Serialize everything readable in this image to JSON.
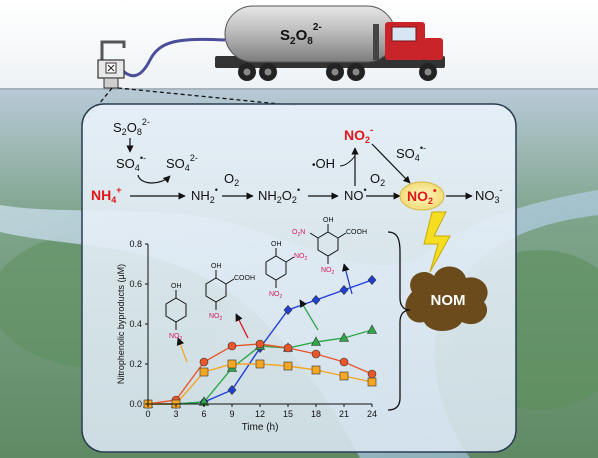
{
  "truck": {
    "tank_label": "S",
    "tank_sub": "2",
    "tank_o": "O",
    "tank_o_sub": "8",
    "tank_sup": "2-"
  },
  "scheme": {
    "persulfate": "S",
    "persulfate_sub": "2",
    "persulfate_o": "O",
    "persulfate_o_sub": "8",
    "persulfate_sup": "2-",
    "sulfate_radical": "SO",
    "sulfate_radical_sub": "4",
    "sulfate_radical_sup": "•-",
    "sulfate_ion": "SO",
    "sulfate_ion_sub": "4",
    "sulfate_ion_sup": "2-",
    "ammonium": "NH",
    "ammonium_sub": "4",
    "ammonium_sup": "+",
    "amidogen": "NH",
    "amidogen_sub": "2",
    "amidogen_sup": "•",
    "oxygen_1": "O",
    "oxygen_1_sub": "2",
    "peroxy": "NH",
    "peroxy_sub": "2",
    "peroxy_o": "O",
    "peroxy_o_sub": "2",
    "peroxy_sup": "•",
    "hydroxyl_dot": "•",
    "hydroxyl": "OH",
    "nitric_oxide": "NO",
    "nitric_oxide_sup": "•",
    "nitrite": "NO",
    "nitrite_sub": "2",
    "nitrite_sup": "-",
    "sulfate_radical_2": "SO",
    "sulfate_radical_2_sub": "4",
    "sulfate_radical_2_sup": "•-",
    "oxygen_2": "O",
    "oxygen_2_sub": "2",
    "nitrogen_dioxide": "NO",
    "nitrogen_dioxide_sub": "2",
    "nitrogen_dioxide_sup": "•",
    "nitrate": "NO",
    "nitrate_sub": "3",
    "nitrate_sup": "-",
    "nom": "NOM"
  },
  "molecules": {
    "oh": "OH",
    "no2": "NO",
    "no2_sub": "2",
    "cooh": "COOH",
    "o2n": "O",
    "o2n_sub": "2",
    "o2n_n": "N"
  },
  "colors": {
    "red_label": "#e0161b",
    "nitro": "#d81b60",
    "blue_series": "#1f3fd6",
    "green_series": "#2fa84a",
    "red_series": "#e8572b",
    "orange_series": "#f5a623",
    "nom_fill": "#6b4a1c",
    "halo": "#f7e9a0"
  },
  "chart_data": {
    "type": "line",
    "xlabel": "Time (h)",
    "ylabel": "Nitrophenolic byproducts (μM)",
    "xlim": [
      0,
      24
    ],
    "ylim": [
      0,
      0.8
    ],
    "xticks": [
      0,
      3,
      6,
      9,
      12,
      15,
      18,
      21,
      24
    ],
    "yticks": [
      0.0,
      0.2,
      0.4,
      0.6,
      0.8
    ],
    "ytick_labels": [
      "0.0",
      "0.2",
      "0.4",
      "0.6",
      "0.8"
    ],
    "grid": false,
    "series": [
      {
        "marker": "diamond",
        "color": "#1f3fd6",
        "x": [
          0,
          3,
          6,
          9,
          12,
          15,
          18,
          21,
          24
        ],
        "y": [
          0.0,
          0.0,
          0.01,
          0.07,
          0.28,
          0.47,
          0.52,
          0.57,
          0.62
        ]
      },
      {
        "marker": "triangle",
        "color": "#2fa84a",
        "x": [
          0,
          3,
          6,
          9,
          12,
          15,
          18,
          21,
          24
        ],
        "y": [
          0.0,
          0.0,
          0.01,
          0.18,
          0.29,
          0.28,
          0.31,
          0.33,
          0.37
        ]
      },
      {
        "marker": "circle",
        "color": "#e8572b",
        "x": [
          0,
          3,
          6,
          9,
          12,
          15,
          18,
          21,
          24
        ],
        "y": [
          0.0,
          0.02,
          0.21,
          0.29,
          0.3,
          0.28,
          0.25,
          0.21,
          0.15
        ]
      },
      {
        "marker": "square",
        "color": "#f5a623",
        "x": [
          0,
          3,
          6,
          9,
          12,
          15,
          18,
          21,
          24
        ],
        "y": [
          0.0,
          0.0,
          0.16,
          0.2,
          0.2,
          0.19,
          0.17,
          0.14,
          0.11
        ]
      }
    ]
  }
}
